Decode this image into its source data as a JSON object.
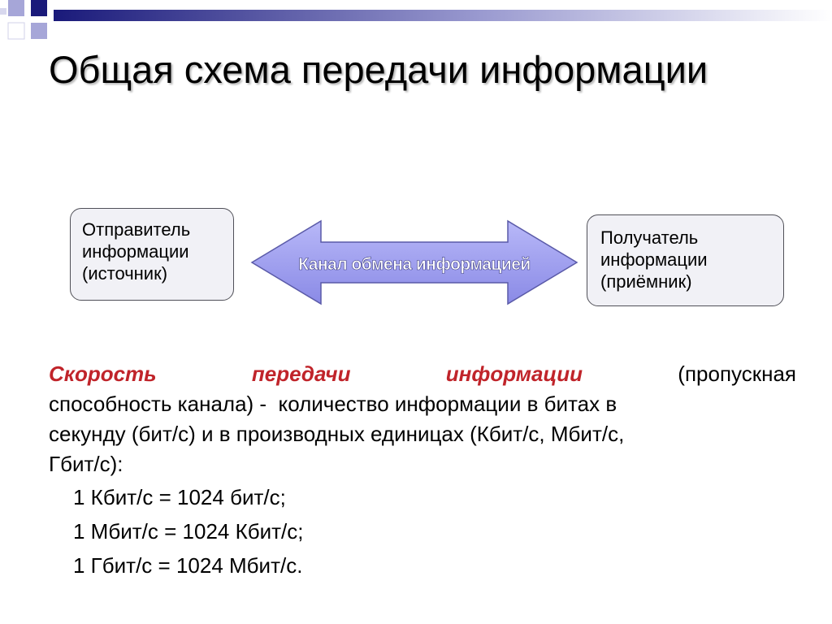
{
  "slide": {
    "title": "Общая схема передачи информации"
  },
  "diagram": {
    "sender": {
      "line1": "Отправитель",
      "line2": "информации",
      "line3": "(источник)"
    },
    "channel": {
      "label": "Канал обмена информацией"
    },
    "receiver": {
      "line1": "Получатель",
      "line2": "информации",
      "line3": "(приёмник)"
    }
  },
  "definition": {
    "w1": "Скорость",
    "w2": "передачи",
    "w3": "информации",
    "w4": "(пропускная",
    "line2": "способность канала) -  количество информации в битах в",
    "line3": "секунду (бит/с) и в производных единицах (Кбит/с, Мбит/с,",
    "line4": "Гбит/с):"
  },
  "equations": [
    "1 Кбит/с = 1024 бит/с;",
    "1 Мбит/с = 1024 Кбит/с;",
    "1 Гбит/с = 1024 Мбит/с."
  ],
  "colors": {
    "highlight_text": "#c0242a",
    "arrow_fill": "#9a9af0",
    "deco_dark": "#1a1a7a",
    "deco_light": "#a6a6d8"
  }
}
